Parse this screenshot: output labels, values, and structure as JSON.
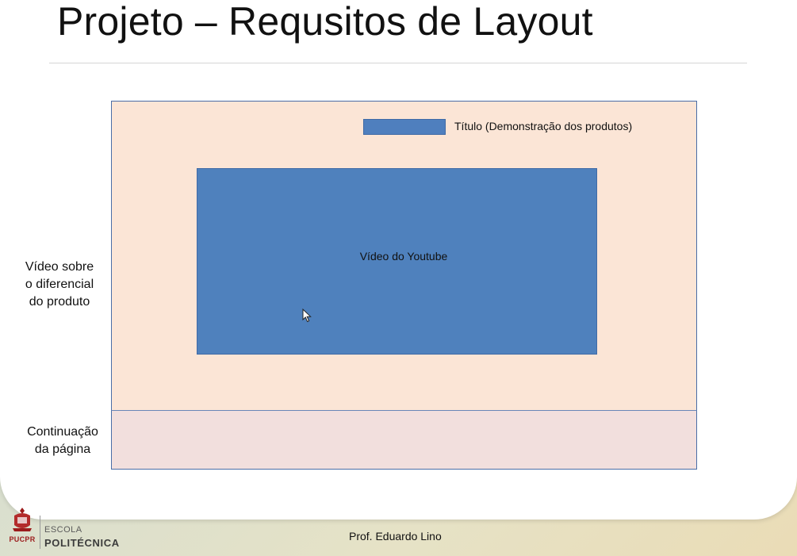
{
  "slide": {
    "title": "Projeto – Requsitos de Layout",
    "side_labels": {
      "video": "Vídeo sobre\no diferencial\ndo produto",
      "continuation": "Continuação\nda página"
    },
    "mockup": {
      "title_block_label": "Título (Demonstração dos produtos)",
      "video_block_label": "Vídeo do Youtube"
    },
    "footer": {
      "author": "Prof. Eduardo Lino"
    }
  },
  "logo": {
    "short": "PUCPR",
    "school": "ESCOLA",
    "name": "POLITÉCNICA"
  },
  "colors": {
    "section_fill": "#fbe5d6",
    "footer_fill": "#f2dfdd",
    "block_fill": "#4f81bd",
    "border": "#4a6da7",
    "brand_red": "#9c1c1c"
  },
  "icons": {
    "cursor": "mouse-pointer-icon",
    "emblem": "pucpr-emblem-icon"
  }
}
